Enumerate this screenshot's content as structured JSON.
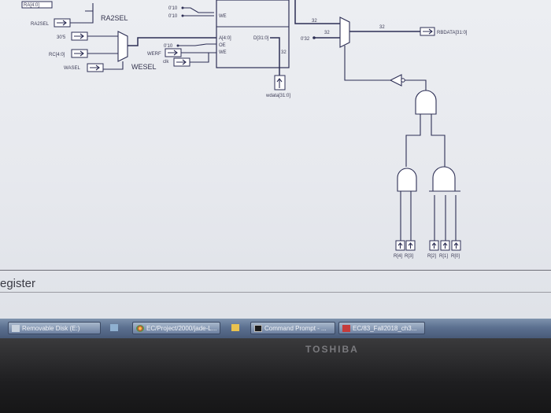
{
  "schematic": {
    "top_left_label": "RA[4:0]",
    "ra2sel_pin": "RA2SEL",
    "ra2sel_label": "RA2SEL",
    "const_a": "0'10",
    "const_b": "0'10",
    "const_c": "0'10",
    "we_port": "WE",
    "const_31": "30'5",
    "rc_pin": "RC[4:0]",
    "wasel_pin": "WASEL",
    "werf_pin": "WERF",
    "clk_pin": "clk",
    "wesel_label": "WESEL",
    "port_addr": "A[4:0]",
    "port_oe": "OE",
    "port_we": "WE",
    "port_d": "D[31:0]",
    "const_32": "0'32",
    "rbdata_pin": "RBDATA[31:0]",
    "wdata_pin": "wdata[31:0]",
    "bus_mark_1": "32",
    "bus_mark_2": "32",
    "bus_mark_3": "32",
    "bus_mark_4": "32",
    "in_r4": "R[4]",
    "in_r3": "R[3]",
    "in_r2": "R[2]",
    "in_r1": "R[1]",
    "in_r0": "R[0]"
  },
  "window": {
    "partial_title": "egister"
  },
  "taskbar": {
    "items": [
      {
        "label": "Removable Disk (E:)"
      },
      {
        "label": ""
      },
      {
        "label": "EC/Project/2000/jade-L..."
      },
      {
        "label": ""
      },
      {
        "label": "Command Prompt - ..."
      },
      {
        "label": "EC/83_Fall2018_ch3..."
      }
    ]
  },
  "monitor": {
    "brand": "TOSHIBA"
  }
}
